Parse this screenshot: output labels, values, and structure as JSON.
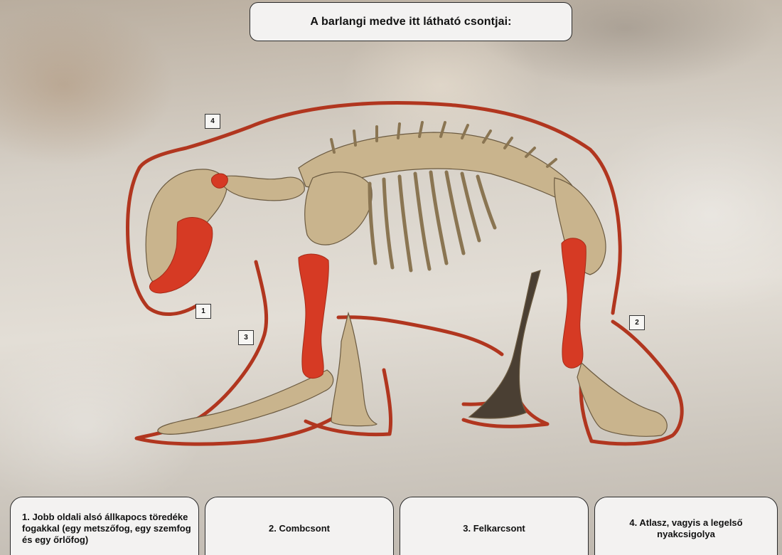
{
  "title": "A barlangi medve itt látható csontjai:",
  "markers": [
    "1",
    "2",
    "3",
    "4"
  ],
  "captions": [
    "1.  Jobb oldali alsó állkapocs töredéke fogakkal (egy metszőfog, egy szemfog és egy őrlőfog)",
    "2. Combcsont",
    "3. Felkarcsont",
    "4. Atlasz, vagyis a legelső nyakcsigolya"
  ],
  "colors": {
    "outline": "#b1361f",
    "highlight": "#d63a24",
    "bone": "#c9b48d",
    "panel": "#f3f2f1"
  }
}
